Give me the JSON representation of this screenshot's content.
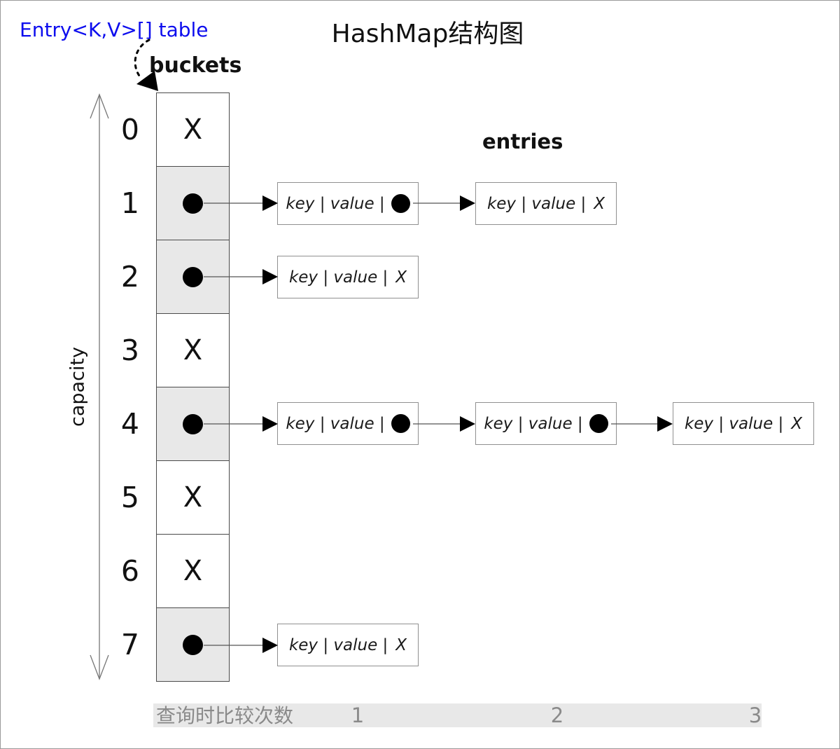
{
  "title": "HashMap结构图",
  "labels": {
    "table_ref": "Entry<K,V>[] table",
    "buckets": "buckets",
    "entries": "entries",
    "capacity": "capacity"
  },
  "buckets": [
    {
      "index": "0",
      "type": "empty",
      "mark": "X"
    },
    {
      "index": "1",
      "type": "pointer"
    },
    {
      "index": "2",
      "type": "pointer"
    },
    {
      "index": "3",
      "type": "empty",
      "mark": "X"
    },
    {
      "index": "4",
      "type": "pointer"
    },
    {
      "index": "5",
      "type": "empty",
      "mark": "X"
    },
    {
      "index": "6",
      "type": "empty",
      "mark": "X"
    },
    {
      "index": "7",
      "type": "pointer"
    }
  ],
  "entries": {
    "bucket1": [
      {
        "text": "key | value |",
        "tail": "pointer"
      },
      {
        "text": "key | value |",
        "tail": "X"
      }
    ],
    "bucket2": [
      {
        "text": "key | value |",
        "tail": "X"
      }
    ],
    "bucket4": [
      {
        "text": "key | value |",
        "tail": "pointer"
      },
      {
        "text": "key | value |",
        "tail": "pointer"
      },
      {
        "text": "key | value |",
        "tail": "X"
      }
    ],
    "bucket7": [
      {
        "text": "key | value |",
        "tail": "X"
      }
    ]
  },
  "comparison_bar": {
    "label": "查询时比较次数",
    "counts": [
      "1",
      "2",
      "3"
    ]
  },
  "colors": {
    "accent_blue": "#0d0dee",
    "shaded_cell": "#e8e8e8",
    "bar_background": "#e8e8e8",
    "bar_text": "#8a8a8a"
  }
}
